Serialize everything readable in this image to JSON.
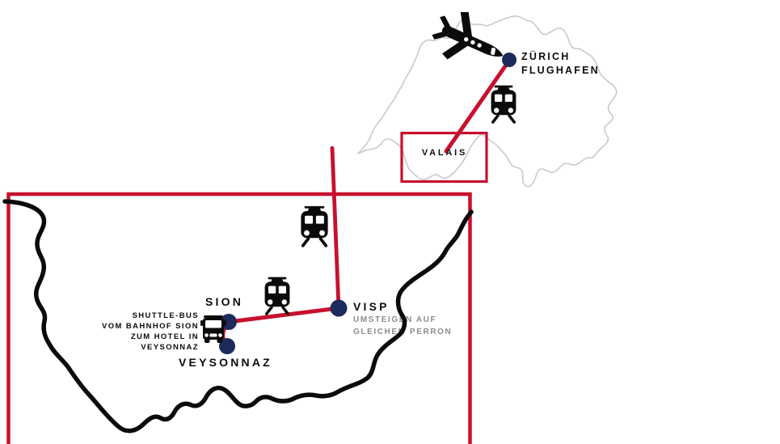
{
  "colors": {
    "route_red": "#c8102e",
    "marker_navy": "#1c2a5c",
    "switzerland_outline_gray": "#c9c9c9",
    "valais_outline_black": "#0b0b0b",
    "note_gray": "#8d8d8d"
  },
  "overview_map": {
    "airport_label": "ZÜRICH\nFLUGHAFEN",
    "region_box_label": "VALAIS",
    "icons": {
      "airplane": "airplane-icon",
      "train": "train-icon"
    }
  },
  "detail_map": {
    "stations": {
      "sion": "SION",
      "visp": "VISP",
      "veysonnaz": "VEYSONNAZ"
    },
    "visp_note": "UMSTEIGEN AUF\nGLEICHEM PERRON",
    "shuttle_note": "SHUTTLE-BUS\nVOM BAHNHOF SION\nZUM HOTEL IN\nVEYSONNAZ",
    "icons": {
      "train": "train-icon",
      "bus": "bus-icon"
    }
  }
}
